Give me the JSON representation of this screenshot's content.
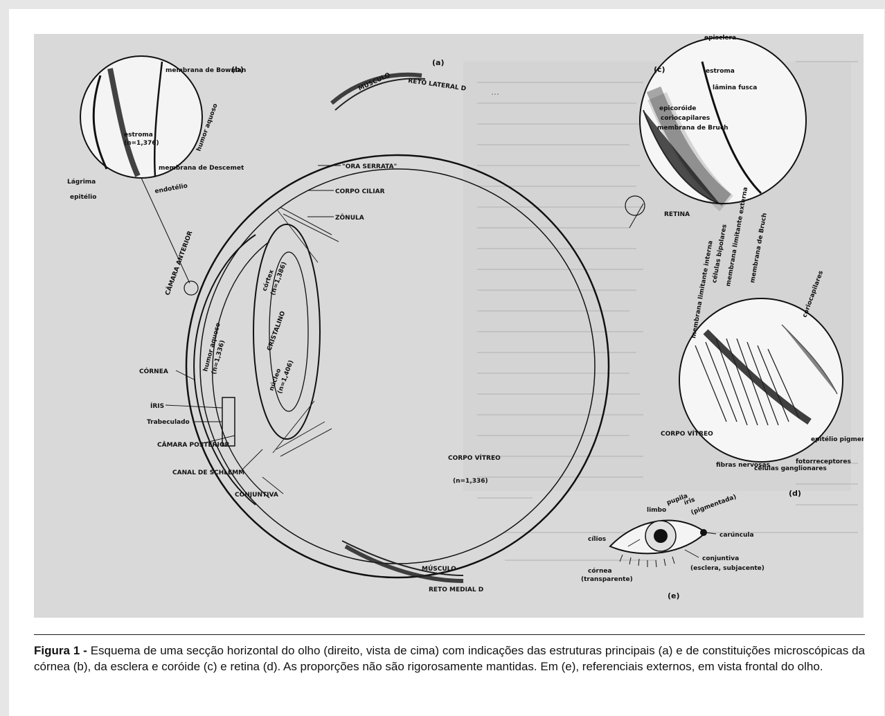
{
  "caption": {
    "label": "Figura 1 -",
    "text": " Esquema de uma secção horizontal do olho (direito, vista de cima) com indicações das estruturas principais (a) e de constituições microscópicas da córnea (b), da esclera e coróide (c) e retina (d). As proporções não são rigorosamente mantidas. Em (e), referenciais externos, em vista frontal do olho."
  },
  "figure": {
    "panel_a": "(a)",
    "panel_b": "(b)",
    "panel_c": "(c)",
    "panel_d": "(d)",
    "panel_e": "(e)",
    "labels_a": {
      "musculo_top": "MÚSCULO",
      "reto_lateral": "RETO LATERAL D",
      "ora_serrata": "\"ORA SERRATA\"",
      "corpo_ciliar": "CORPO CILIAR",
      "zonula": "ZÔNULA",
      "camara_anterior": "CÂMARA ANTERIOR",
      "cortex": "córtex",
      "cortex_n": "(n=1,386)",
      "cristalino": "CRISTALINO",
      "nucleo": "núcleo",
      "nucleo_n": "(n=1,406)",
      "humor_aquoso": "humor aquoso",
      "humor_n": "(n=1,336)",
      "cornea": "CÓRNEA",
      "iris": "ÍRIS",
      "trabeculado": "Trabeculado",
      "camara_posterior": "CÂMARA POSTERIOR",
      "canal_schlemm": "CANAL DE SCHLEMM",
      "conjuntiva": "CONJUNTIVA",
      "corpo_vitreo": "CORPO VÍTREO",
      "vitreo_n": "(n=1,336)",
      "musculo_bottom": "MÚSCULO",
      "reto_medial": "RETO MEDIAL D"
    },
    "labels_b": {
      "membrana_bowman": "membrana de Bowman",
      "estroma": "estroma",
      "estroma_n": "(n=1,376)",
      "membrana_descemet": "membrana de Descemet",
      "humor_aquoso": "humor aquoso",
      "lagrima": "Lágrima",
      "epitelio": "epitélio",
      "endotelio": "endotélio"
    },
    "labels_c": {
      "episclera": "episclera",
      "estroma": "estroma",
      "lamina_fusca": "lâmina fusca",
      "epicoroide": "epicoróide",
      "coriocapilares": "coriocapilares",
      "membrana_bruch": "membrana de Bruch",
      "retina": "RETINA"
    },
    "labels_d": {
      "membrana_limitante_interna": "membrana limitante interna",
      "celulas_bipolares": "células bipolares",
      "membrana_limitante_externa": "membrana limitante externa",
      "membrana_bruch": "membrana de Bruch",
      "coriocapilares": "coriocapilares",
      "corpo_vitreo": "CORPO VÍTREO",
      "epitelio_pigmentar": "epitélio pigmentar",
      "fotorreceptores": "fotorreceptores",
      "fibras_nervosas": "fibras nervosas",
      "celulas_ganglionares": "células ganglionares"
    },
    "labels_e": {
      "cilios": "cílios",
      "limbo": "limbo",
      "pupila": "pupila",
      "iris": "íris",
      "iris_pigmentada": "(pigmentada)",
      "caruncula": "carúncula",
      "cornea": "córnea",
      "cornea_transparente": "(transparente)",
      "conjuntiva": "conjuntiva",
      "conjuntiva_sub": "(esclera, subjacente)"
    }
  }
}
